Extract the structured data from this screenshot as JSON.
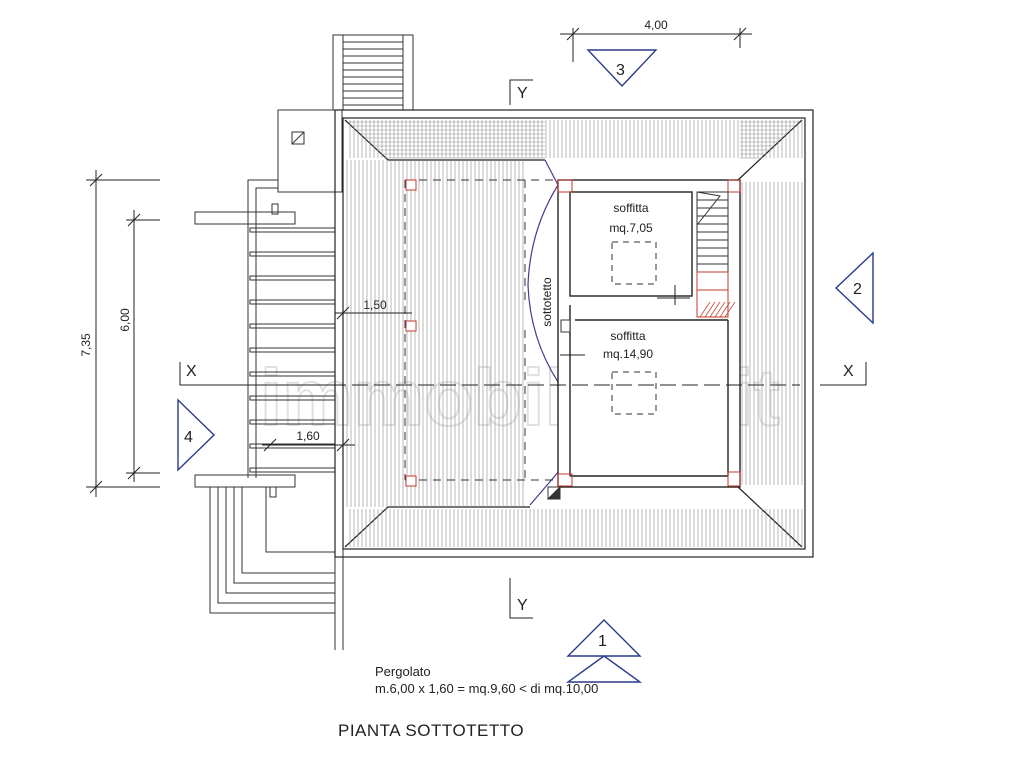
{
  "drawing": {
    "title": "PIANTA SOTTOTETTO",
    "watermark": "immobiliare.it",
    "pergola_note": {
      "line1": "Pergolato",
      "line2": "m.6,00 x 1,60 = mq.9,60 < di mq.10,00"
    },
    "dimensions": {
      "top": "4,00",
      "overall_left": "7,35",
      "inner_left": "6,00",
      "offset_a": "1,50",
      "offset_b": "1,60"
    },
    "rooms": [
      {
        "name": "soffitta",
        "area": "mq.7,05"
      },
      {
        "name": "soffitta",
        "area": "mq.14,90"
      }
    ],
    "attic_label": "sottotetto",
    "section_marks": {
      "x_left": "X",
      "x_right": "X",
      "y_top": "Y",
      "y_bottom": "Y"
    },
    "view_markers": [
      "1",
      "2",
      "3",
      "4"
    ]
  }
}
